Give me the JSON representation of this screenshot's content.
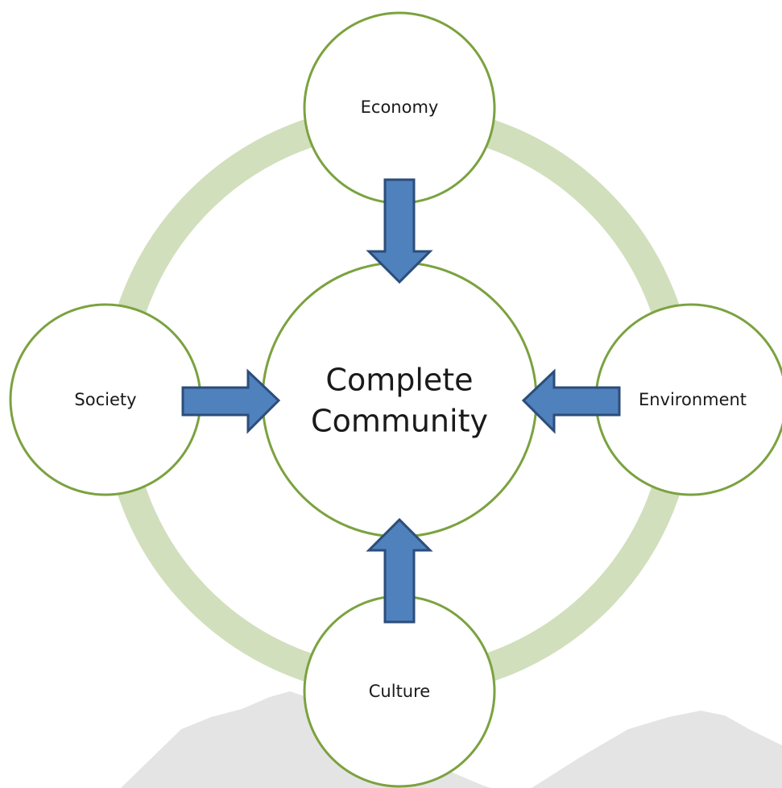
{
  "diagram": {
    "center": {
      "label_line1": "Complete",
      "label_line2": "Community"
    },
    "nodes": {
      "economy": "Economy",
      "society": "Society",
      "environment": "Environment",
      "culture": "Culture"
    }
  },
  "colors": {
    "ring": "#d1dfbc",
    "circle_stroke": "#7ba23f",
    "circle_fill": "#ffffff",
    "arrow_fill": "#4f81bd",
    "arrow_stroke": "#2c4d7a",
    "mountain": "#e4e4e4"
  }
}
